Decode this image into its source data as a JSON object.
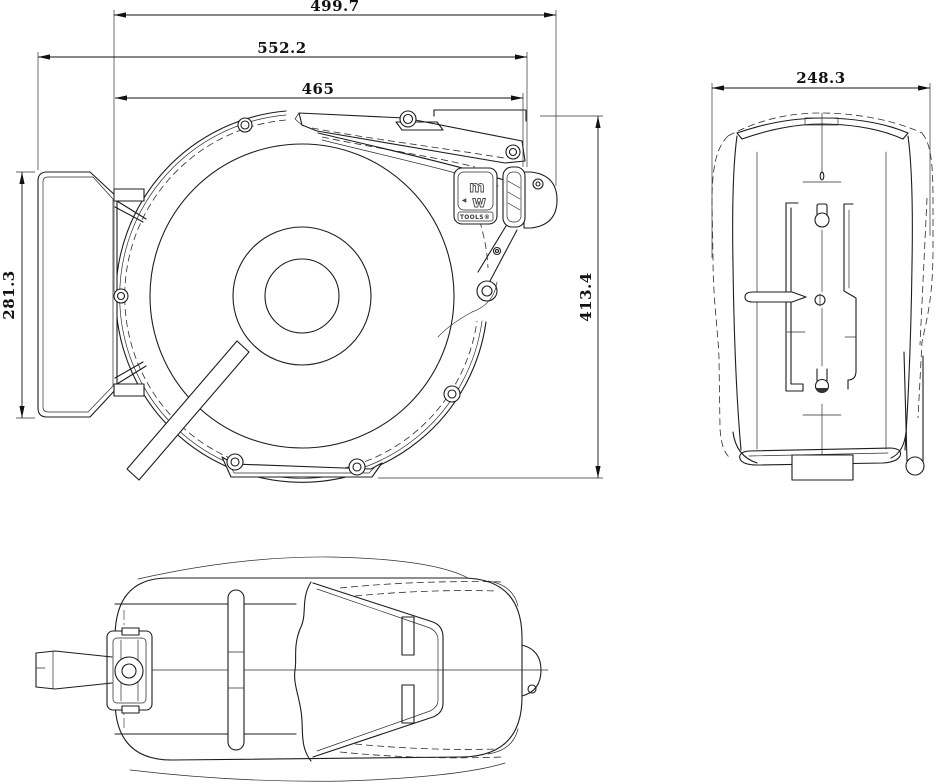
{
  "colors": {
    "background": "#ffffff",
    "line": "#1d1d1d",
    "dimension_text": "#111111"
  },
  "dims": {
    "reel_width": "499.7",
    "overall_width": "552.2",
    "housing_width": "465",
    "overall_height": "413.4",
    "bracket_height": "281.3",
    "overall_depth": "248.3"
  },
  "logo": {
    "monogram_top": "m",
    "monogram_bottom": "w",
    "pointer": "◀",
    "label": "TOOLS®"
  }
}
